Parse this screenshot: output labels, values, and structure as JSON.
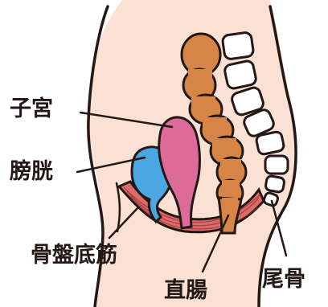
{
  "labels": {
    "uterus": "子宮",
    "bladder": "膀胱",
    "pelvic_floor_muscles": "骨盤底筋",
    "rectum": "直腸",
    "coccyx": "尾骨"
  },
  "colors": {
    "outline": "#231815",
    "skin": "#fbe1d3",
    "uterus": "#dd6b9a",
    "bladder": "#4aa7e2",
    "rectum": "#d68547",
    "pelvic_floor": "#de6b6b",
    "bone": "#ffffff",
    "background": "#ffffff"
  }
}
